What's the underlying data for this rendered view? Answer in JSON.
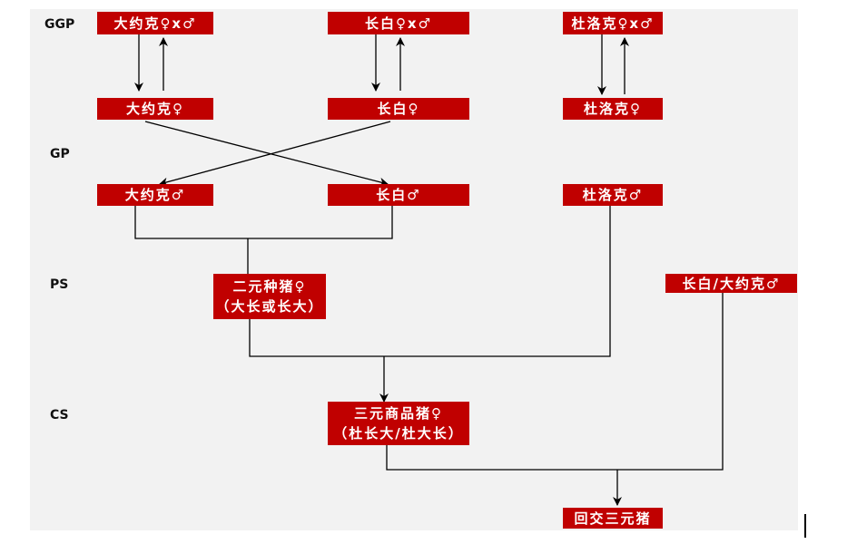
{
  "levels": {
    "ggp": "GGP",
    "gp": "GP",
    "ps": "PS",
    "cs": "CS"
  },
  "nodes": {
    "ggp_duroc": "大约克♀x♂",
    "ggp_landrace": "长白♀x♂",
    "ggp_dulac": "杜洛克♀x♂",
    "gp_duroc_f": "大约克♀",
    "gp_landrace_f": "长白♀",
    "gp_dulac_f": "杜洛克♀",
    "ps_duroc_m": "大约克♂",
    "ps_landrace_m": "长白♂",
    "ps_dulac_m": "杜洛克♂",
    "two_way_line1": "二元种猪♀",
    "two_way_line2": "（大长或长大）",
    "backcross_sire": "长白/大约克♂",
    "three_way_line1": "三元商品猪♀",
    "three_way_line2": "（杜长大/杜大长）",
    "backcross_result": "回交三元猪"
  },
  "colors": {
    "node_fill": "#c00000",
    "node_text": "#ffffff",
    "panel": "#f2f2f2",
    "line": "#000000"
  }
}
